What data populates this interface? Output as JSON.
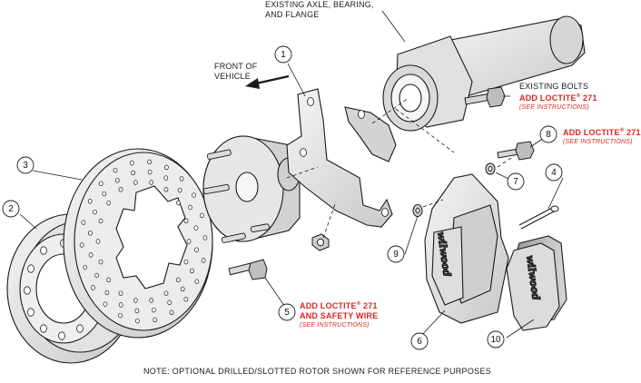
{
  "callouts": {
    "axle": [
      "EXISTING AXLE, BEARING,",
      "AND FLANGE"
    ],
    "front": [
      "FRONT OF",
      "VEHICLE"
    ],
    "bolts": {
      "line1": "EXISTING BOLTS",
      "line2_prefix": "ADD LOCTITE",
      "line2_suffix": " 271",
      "line3": "(SEE INSTRUCTIONS)"
    },
    "item8": {
      "line1_prefix": "ADD LOCTITE",
      "line1_suffix": " 271",
      "line2": "(SEE INSTRUCTIONS)"
    },
    "item5": {
      "line1_prefix": "ADD LOCTITE",
      "line1_suffix": " 271",
      "line2": "AND SAFETY WIRE",
      "line3": "(SEE INSTRUCTIONS)"
    },
    "reg": "®"
  },
  "part_numbers": [
    "1",
    "2",
    "3",
    "4",
    "5",
    "6",
    "7",
    "8",
    "9",
    "10"
  ],
  "brand_marks": {
    "caliper": "wilwood",
    "pad": "wilwood"
  },
  "note": "NOTE: OPTIONAL DRILLED/SLOTTED ROTOR SHOWN FOR REFERENCE PURPOSES",
  "colors": {
    "line": "#1a1a1a",
    "part_fill": "#e9e9e9",
    "part_shade": "#bdbdbd",
    "accent": "#d8261e"
  }
}
